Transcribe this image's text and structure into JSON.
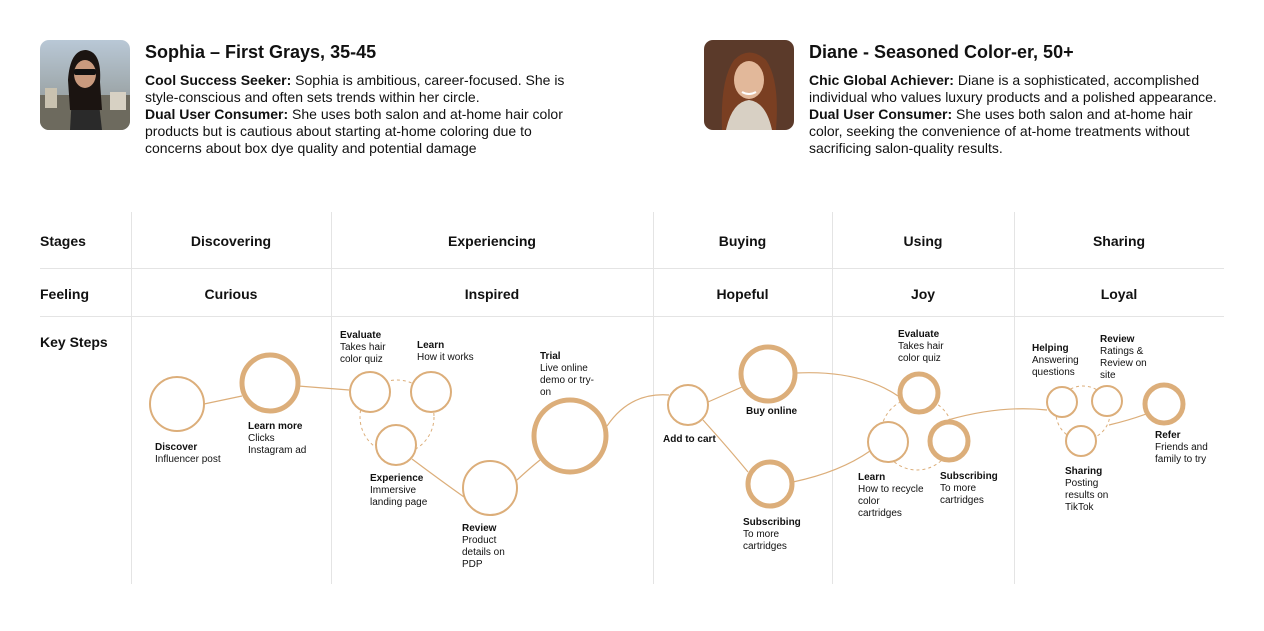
{
  "personas": [
    {
      "name": "Sophia – First Grays, 35-45",
      "traits": [
        {
          "label": "Cool Success Seeker:",
          "text": " Sophia is ambitious, career-focused. She is style-conscious and often sets trends within her circle."
        },
        {
          "label": "Dual User Consumer:",
          "text": " She uses both salon and at-home hair color products but is cautious about starting at-home coloring due to concerns about box dye quality and potential damage"
        }
      ]
    },
    {
      "name": "Diane - Seasoned Color-er, 50+",
      "traits": [
        {
          "label": "Chic Global Achiever:",
          "text": " Diane is a sophisticated, accomplished individual who values luxury products and a polished appearance."
        },
        {
          "label": "Dual User Consumer:",
          "text": " She uses both salon and at-home hair color, seeking the convenience of at-home treatments without sacrificing salon-quality results."
        }
      ]
    }
  ],
  "rows": {
    "stages_label": "Stages",
    "feeling_label": "Feeling",
    "keysteps_label": "Key Steps"
  },
  "stages": [
    {
      "name": "Discovering",
      "feeling": "Curious"
    },
    {
      "name": "Experiencing",
      "feeling": "Inspired"
    },
    {
      "name": "Buying",
      "feeling": "Hopeful"
    },
    {
      "name": "Using",
      "feeling": "Joy"
    },
    {
      "name": "Sharing",
      "feeling": "Loyal"
    }
  ],
  "steps": [
    {
      "title": "Discover",
      "desc": "Influencer post",
      "emphasis": "light"
    },
    {
      "title": "Learn more",
      "desc": "Clicks Instagram ad",
      "emphasis": "bold"
    },
    {
      "title": "Evaluate",
      "desc": "Takes hair color quiz",
      "emphasis": "light"
    },
    {
      "title": "Learn",
      "desc": "How it works",
      "emphasis": "light"
    },
    {
      "title": "Experience",
      "desc": "Immersive landing page",
      "emphasis": "light"
    },
    {
      "title": "Review",
      "desc": "Product details on PDP",
      "emphasis": "light"
    },
    {
      "title": "Trial",
      "desc": "Live online demo or try-on",
      "emphasis": "bold"
    },
    {
      "title": "Add to cart",
      "desc": "",
      "emphasis": "light"
    },
    {
      "title": "Buy online",
      "desc": "",
      "emphasis": "bold"
    },
    {
      "title": "Subscribing",
      "desc": "To more cartridges",
      "emphasis": "bold"
    },
    {
      "title": "Evaluate",
      "desc": "Takes hair color quiz",
      "emphasis": "bold"
    },
    {
      "title": "Learn",
      "desc": "How to recycle color cartridges",
      "emphasis": "light"
    },
    {
      "title": "Subscribing",
      "desc": "To more cartridges",
      "emphasis": "bold"
    },
    {
      "title": "Helping",
      "desc": "Answering questions",
      "emphasis": "light"
    },
    {
      "title": "Review",
      "desc": "Ratings & Review on site",
      "emphasis": "light"
    },
    {
      "title": "Sharing",
      "desc": "Posting results on TikTok",
      "emphasis": "light"
    },
    {
      "title": "Refer",
      "desc": "Friends and family to try",
      "emphasis": "bold"
    }
  ],
  "colors": {
    "accent": "#dcae7a",
    "grid": "#e4e4e4",
    "text": "#111111"
  }
}
